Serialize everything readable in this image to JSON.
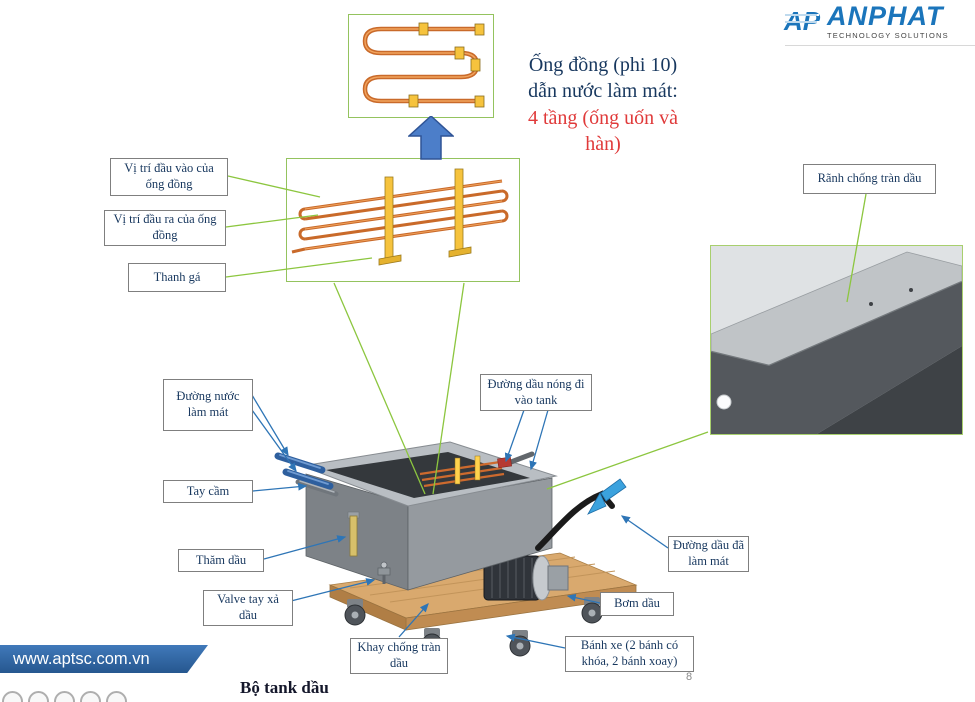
{
  "logo": {
    "brand": "ANPHAT",
    "tagline": "TECHNOLOGY SOLUTIONS"
  },
  "heading": {
    "line1": "Ống đồng (phi 10)",
    "line2": "dẫn nước làm mát:",
    "line3": "4 tầng (ống uốn và",
    "line4": "hàn)"
  },
  "callouts": {
    "inlet_position": "Vị trí đầu vào của ống đồng",
    "outlet_position": "Vị trí đầu ra của ống đồng",
    "mounting_bar": "Thanh gá",
    "overflow_groove": "Rãnh chống tràn dầu",
    "cooling_water_line": "Đường nước làm mát",
    "handle": "Tay cầm",
    "oil_sight": "Thăm dầu",
    "drain_valve": "Valve tay xả dầu",
    "overflow_tray": "Khay chống tràn dầu",
    "hot_oil_line": "Đường dầu nóng đi vào tank",
    "cooled_oil_line": "Đường dầu đã làm mát",
    "oil_pump": "Bơm dầu",
    "wheels": "Bánh xe (2 bánh có khóa, 2 bánh xoay)"
  },
  "footer": {
    "website": "www.aptsc.com.vn",
    "title": "Bộ tank dầu",
    "page_number": "8"
  },
  "colors": {
    "brand_blue": "#1b75bb",
    "heading_blue": "#17375e",
    "heading_red": "#e03a3a",
    "connector_green": "#8cc63f",
    "connector_blue": "#2e75b6",
    "arrow_blue": "#4c7ec9",
    "copper": "#c96a2a",
    "bracket_yellow": "#f6c33d"
  }
}
